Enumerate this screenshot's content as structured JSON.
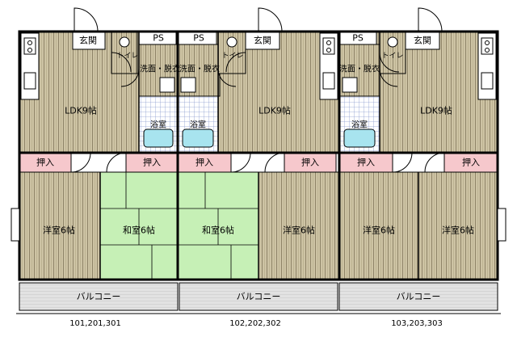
{
  "units": [
    {
      "id": "A",
      "ldk": "LDK9帖",
      "washroom": "洗面・脱衣",
      "bath": "浴室",
      "toilet": "トイレ",
      "entrance": "玄関",
      "ps": "PS",
      "closet_left": "押入",
      "closet_right": "押入",
      "western": "洋室6帖",
      "japanese": "和室6帖",
      "balcony": "バルコニー",
      "numbers": "101,201,301"
    },
    {
      "id": "B",
      "ldk": "LDK9帖",
      "washroom": "洗面・脱衣",
      "bath": "浴室",
      "toilet": "トイレ",
      "entrance": "玄関",
      "ps": "PS",
      "closet_left": "押入",
      "closet_right": "押入",
      "western": "洋室6帖",
      "japanese": "和室6帖",
      "balcony": "バルコニー",
      "numbers": "102,202,302"
    },
    {
      "id": "C",
      "ldk": "LDK9帖",
      "washroom": "洗面・脱衣",
      "bath": "浴室",
      "toilet": "トイレ",
      "entrance": "玄関",
      "ps": "PS",
      "closet_left": "押入",
      "closet_right": "押入",
      "western_left": "洋室6帖",
      "western_right": "洋室6帖",
      "balcony": "バルコニー",
      "numbers": "103,203,303"
    }
  ]
}
